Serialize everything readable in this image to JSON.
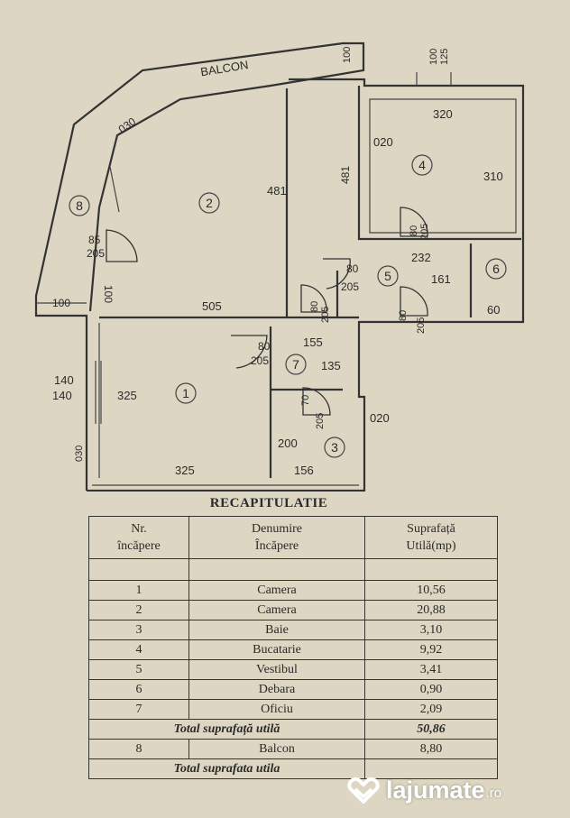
{
  "plan": {
    "balcony_label": "BALCON",
    "dims": {
      "top_100": "100",
      "top_100b": "100",
      "top_125": "125",
      "d030_top": "030",
      "d481_a": "481",
      "d481_b": "481",
      "d020_k": "020",
      "d320": "320",
      "d310": "310",
      "d85": "85",
      "d205_bal": "205",
      "d100_bal": "100",
      "d100_left": "100",
      "d505": "505",
      "d80_v": "80",
      "d205_v": "205",
      "d232": "232",
      "d161": "161",
      "d60": "60",
      "d80_k": "80",
      "d205_k": "205",
      "d80_6": "80",
      "d205_6": "205",
      "d80_7a": "80",
      "d205_7a": "205",
      "d155": "155",
      "d80_7": "80",
      "d205_7": "205",
      "d135": "135",
      "d70": "70",
      "d205_b": "205",
      "d020_b": "020",
      "d140a": "140",
      "d140b": "140",
      "d325_v": "325",
      "d030_l": "030",
      "d325_h": "325",
      "d200": "200",
      "d156": "156"
    },
    "rooms": {
      "r1": "1",
      "r2": "2",
      "r3": "3",
      "r4": "4",
      "r5": "5",
      "r6": "6",
      "r7": "7",
      "r8": "8"
    }
  },
  "recap": {
    "title": "RECAPITULATIE",
    "headers": {
      "nr_line1": "Nr.",
      "nr_line2": "încăpere",
      "den_line1": "Denumire",
      "den_line2": "Încăpere",
      "sup_line1": "Suprafață",
      "sup_line2": "Utilă(mp)"
    },
    "rows": [
      {
        "nr": "1",
        "name": "Camera",
        "area": "10,56"
      },
      {
        "nr": "2",
        "name": "Camera",
        "area": "20,88"
      },
      {
        "nr": "3",
        "name": "Baie",
        "area": "3,10"
      },
      {
        "nr": "4",
        "name": "Bucatarie",
        "area": "9,92"
      },
      {
        "nr": "5",
        "name": "Vestibul",
        "area": "3,41"
      },
      {
        "nr": "6",
        "name": "Debara",
        "area": "0,90"
      },
      {
        "nr": "7",
        "name": "Oficiu",
        "area": "2,09"
      }
    ],
    "total1": {
      "label": "Total suprafață utilă",
      "area": "50,86"
    },
    "balcony_row": {
      "nr": "8",
      "name": "Balcon",
      "area": "8,80"
    },
    "total2": {
      "label": "Total suprafata utila",
      "area": ""
    }
  },
  "watermark": {
    "brand": "lajumate",
    "suffix": ".ro",
    "color": "#ffffff"
  }
}
